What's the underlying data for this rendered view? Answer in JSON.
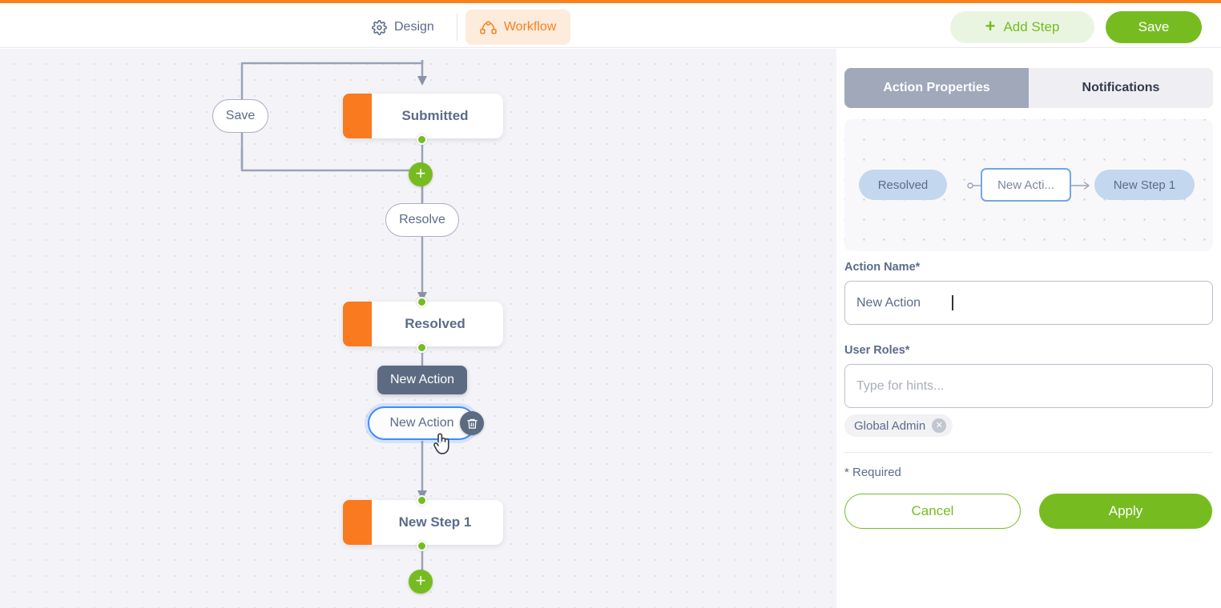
{
  "header": {
    "tabs": [
      {
        "label": "Design",
        "icon": "gear-icon",
        "active": false
      },
      {
        "label": "Workflow",
        "icon": "workflow-graph-icon",
        "active": true
      }
    ],
    "add_step_label": "Add Step",
    "add_step_icon": "plus-icon",
    "save_label": "Save"
  },
  "canvas": {
    "steps": [
      {
        "label": "Submitted"
      },
      {
        "label": "Resolved"
      },
      {
        "label": "New Step 1"
      }
    ],
    "actions": [
      {
        "label": "Save"
      },
      {
        "label": "Resolve"
      },
      {
        "label": "New Action",
        "selected": true
      }
    ],
    "tooltip": "New Action",
    "delete_icon": "trash-icon",
    "add_icon": "plus-icon"
  },
  "panel": {
    "tabs": [
      {
        "label": "Action Properties",
        "active": true
      },
      {
        "label": "Notifications",
        "active": false
      }
    ],
    "minimap": {
      "from_node": "Resolved",
      "current_node": "New Acti...",
      "to_node": "New Step 1"
    },
    "action_name": {
      "label": "Action Name*",
      "value": "New Action"
    },
    "user_roles": {
      "label": "User Roles*",
      "placeholder": "Type for hints...",
      "chips": [
        {
          "label": "Global Admin",
          "remove_icon": "close-icon"
        }
      ]
    },
    "required_note": "* Required",
    "cancel_label": "Cancel",
    "apply_label": "Apply"
  },
  "colors": {
    "accent_orange": "#F5821F",
    "step_swatch": "#F97A1F",
    "green": "#76BC21",
    "green_light": "#EAF5E1",
    "slate": "#5c6b8a",
    "tab_active": "#A0A8BA",
    "selection_blue": "#3d8bfd"
  }
}
